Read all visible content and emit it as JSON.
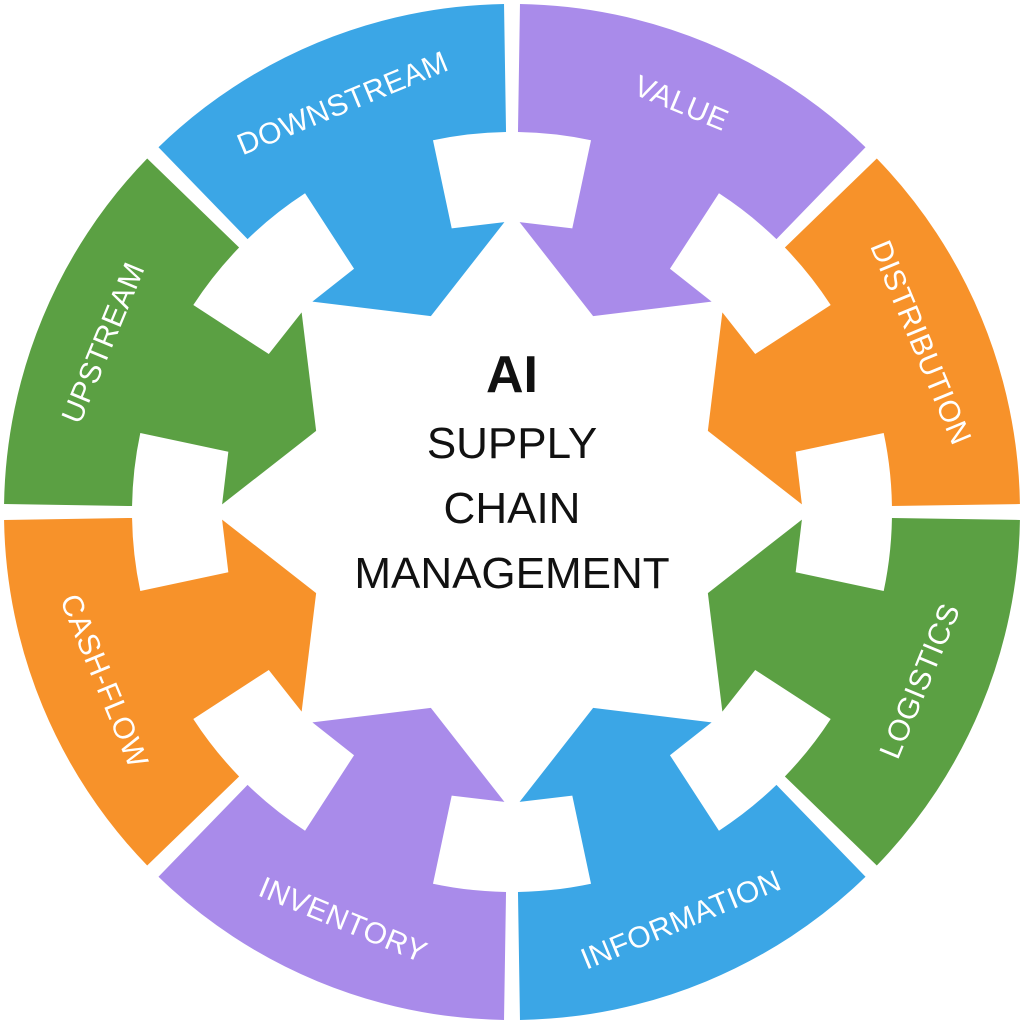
{
  "center": {
    "title": "AI",
    "lines": [
      "SUPPLY",
      "CHAIN",
      "MANAGEMENT"
    ]
  },
  "segments": [
    {
      "label": "VALUE",
      "color": "#A98BEA"
    },
    {
      "label": "DISTRIBUTION",
      "color": "#F7922A"
    },
    {
      "label": "LOGISTICS",
      "color": "#5BA043"
    },
    {
      "label": "INFORMATION",
      "color": "#3BA6E6"
    },
    {
      "label": "INVENTORY",
      "color": "#A98BEA"
    },
    {
      "label": "CASH-FLOW",
      "color": "#F7922A"
    },
    {
      "label": "UPSTREAM",
      "color": "#5BA043"
    },
    {
      "label": "DOWNSTREAM",
      "color": "#3BA6E6"
    }
  ]
}
